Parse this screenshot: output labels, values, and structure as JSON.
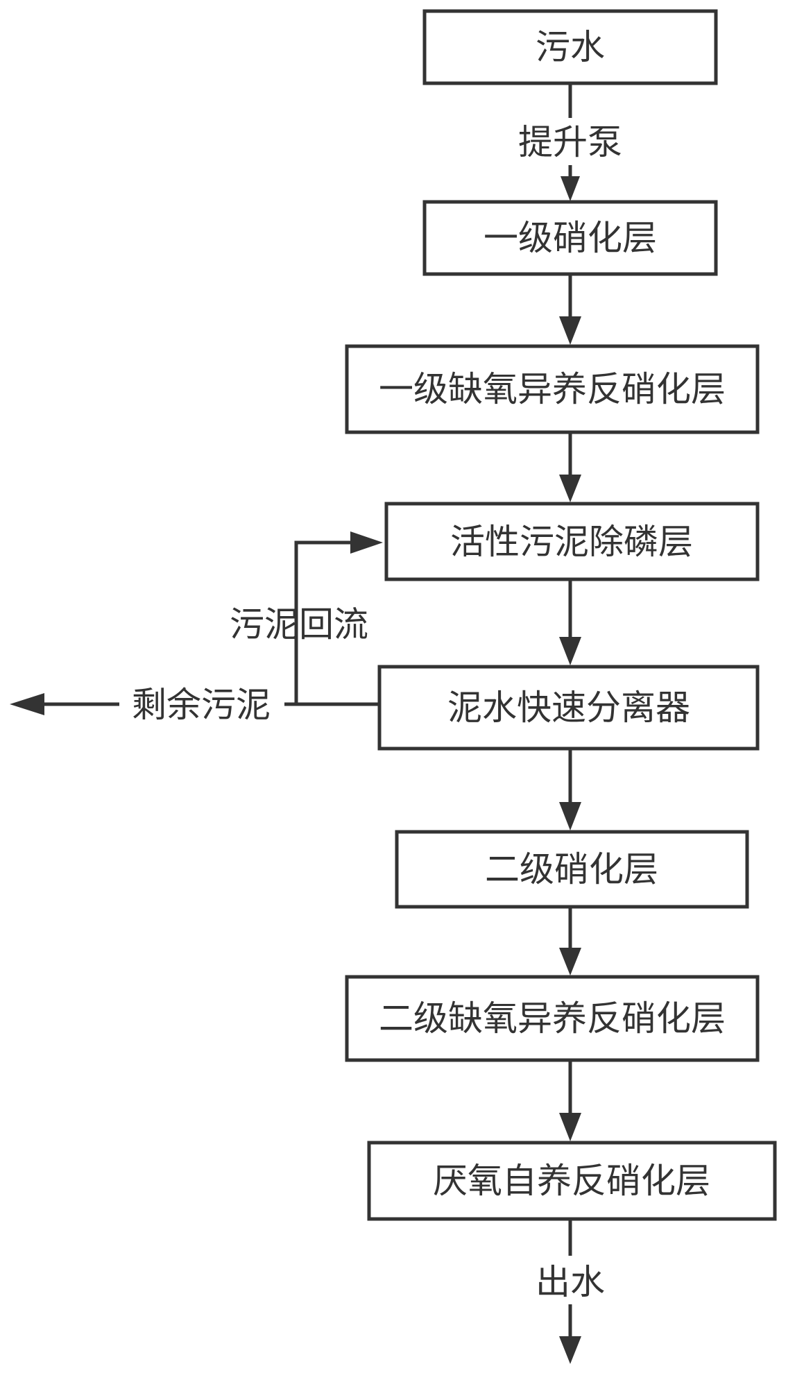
{
  "diagram": {
    "nodes": {
      "sewage": "污水",
      "primary_nitrification": "一级硝化层",
      "primary_anoxic_denitrification": "一级缺氧异养反硝化层",
      "activated_sludge_phosphorus_removal": "活性污泥除磷层",
      "sludge_water_separator": "泥水快速分离器",
      "secondary_nitrification": "二级硝化层",
      "secondary_anoxic_denitrification": "二级缺氧异养反硝化层",
      "anaerobic_autotrophic_denitrification": "厌氧自养反硝化层"
    },
    "edge_labels": {
      "lift_pump": "提升泵",
      "sludge_return": "污泥回流",
      "excess_sludge": "剩余污泥",
      "effluent": "出水"
    }
  }
}
